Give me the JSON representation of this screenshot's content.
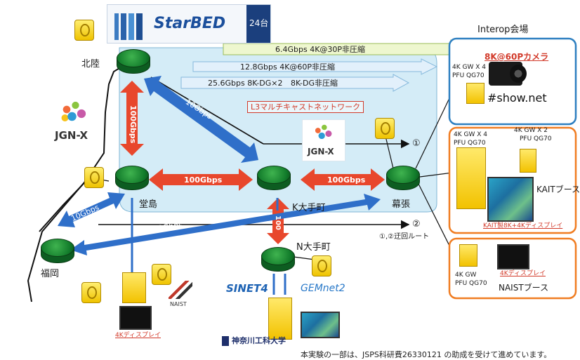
{
  "header": {
    "starbed_logo": "StarBED",
    "starbed_count": "24台",
    "venue_title": "Interop会場"
  },
  "nodes": {
    "hokuriku": "北陸",
    "dojima": "堂島",
    "k_otemachi": "K大手町",
    "makuhari": "幕張",
    "n_otemachi": "N大手町",
    "fukuoka": "福岡"
  },
  "links": {
    "hokuriku_dojima": "100Gbps",
    "hokuriku_kotemachi": "10Gbps",
    "dojima_kotemachi": "100Gbps",
    "kotemachi_makuhari": "100Gbps",
    "kotemachi_notemachi": "100",
    "fukuoka_dojima": "10Gbps",
    "fukuoka_makuhari": "10Gbps"
  },
  "streams": {
    "s1": "6.4Gbps 4K@30P非圧縮",
    "s2": "12.8Gbps 4K@60P非圧縮",
    "s3a": "25.6Gbps 8K-DG×2",
    "s3b": "8K-DG非圧縮"
  },
  "network_label": "L3マルチキャストネットワーク",
  "route_markers": {
    "m1": "①",
    "m2": "②",
    "legend": "①,②迂回ルート"
  },
  "logos": {
    "jgnx_left": "JGN-X",
    "jgnx_center": "JGN-X",
    "naist": "NAIST",
    "sinet": "SINET4",
    "gemnet": "GEMnet2",
    "kait": "神奈川工科大学",
    "show_net": "#show.net"
  },
  "venue": {
    "camera_title": "8K@60Pカメラ",
    "gw1_line1": "4K GW X 4",
    "gw1_line2": "PFU QG70",
    "kait_gw_a_line1": "4K GW X 4",
    "kait_gw_a_line2": "PFU QG70",
    "kait_gw_b_line1": "4K GW X 2",
    "kait_gw_b_line2": "PFU QG70",
    "kait_booth": "KAITブース",
    "kait_display": "KAIT製8K+4Kディスプレイ",
    "naist_gw_line1": "4K GW",
    "naist_gw_line2": "PFU QG70",
    "naist_display": "4Kディスプレイ",
    "naist_booth": "NAISTブース"
  },
  "bottom": {
    "display_4k": "4Kディスプレイ",
    "footnote": "本実験の一部は、JSPS科研費26330121 の助成を受けて進めています。"
  },
  "colors": {
    "network_fill": "#d4ecf7",
    "link_red": "#e8472c",
    "link_blue": "#2f6fc9",
    "stream_green": "#e9f5c8",
    "stream_blue": "#ddeefb",
    "venue_blue": "#2d7fc0",
    "venue_orange": "#f07d22",
    "router_green": "#0f7a2a",
    "device_yellow": "#f5cc12"
  }
}
